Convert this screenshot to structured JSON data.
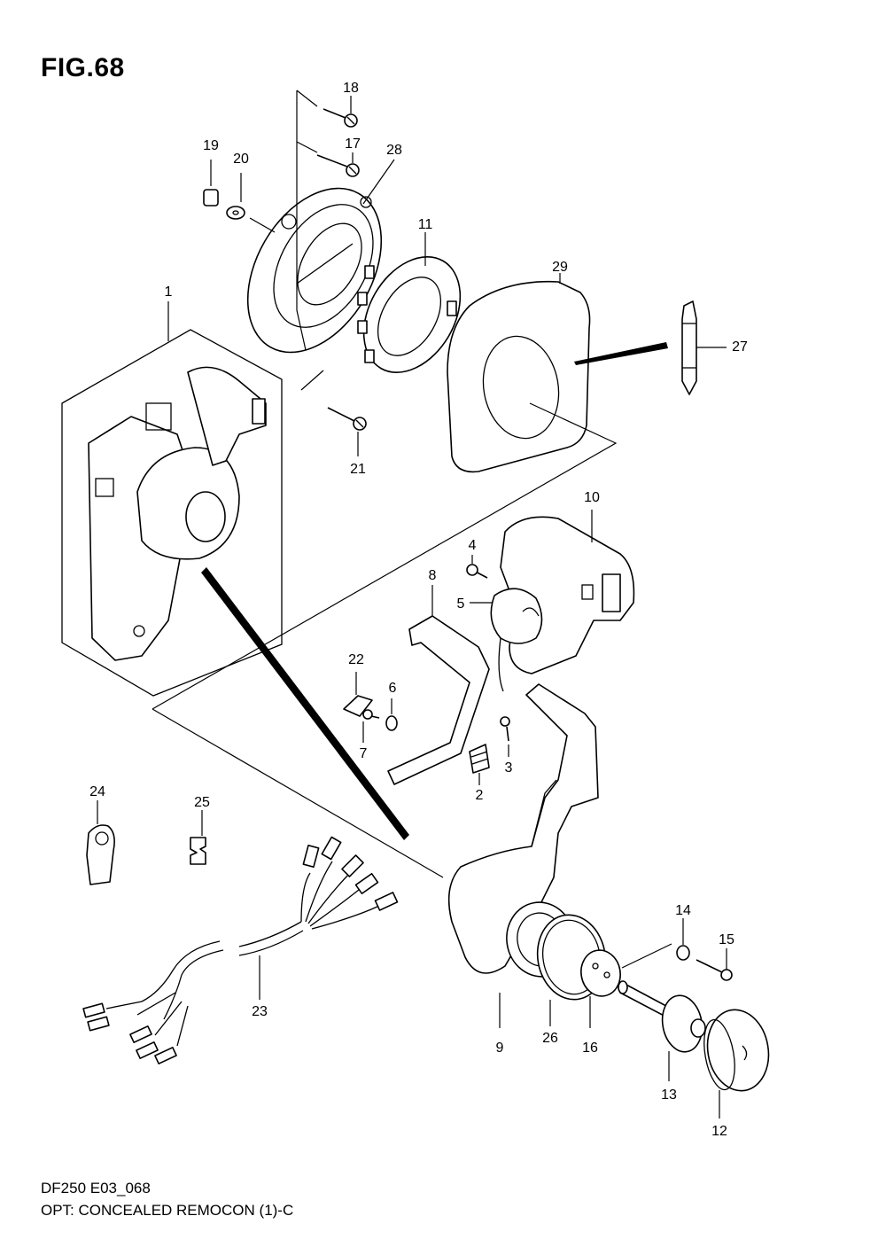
{
  "figure_title": "FIG.68",
  "footer": {
    "code": "DF250 E03_068",
    "description": "OPT: CONCEALED REMOCON (1)-C"
  },
  "callouts": {
    "c1": "1",
    "c2": "2",
    "c3": "3",
    "c4": "4",
    "c5": "5",
    "c6": "6",
    "c7": "7",
    "c8": "8",
    "c9": "9",
    "c10": "10",
    "c11": "11",
    "c12": "12",
    "c13": "13",
    "c14": "14",
    "c15": "15",
    "c16": "16",
    "c17": "17",
    "c18": "18",
    "c19": "19",
    "c20": "20",
    "c21": "21",
    "c22": "22",
    "c23": "23",
    "c24": "24",
    "c25": "25",
    "c26": "26",
    "c27": "27",
    "c28": "28",
    "c29": "29"
  }
}
